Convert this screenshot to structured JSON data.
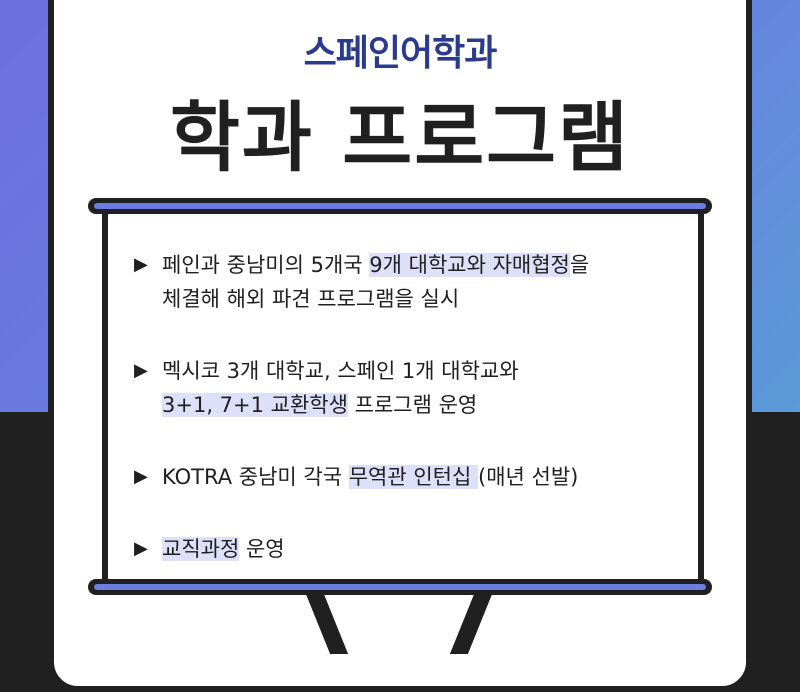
{
  "header": {
    "subtitle": "스페인어학과",
    "title": "학과 프로그램"
  },
  "colors": {
    "subtitle": "#2b3a8c",
    "title": "#202020",
    "bar_accent": "#6b7ee0",
    "highlight": "#dde0f8",
    "background_top": "#6b6fe0",
    "background_bottom": "#202020"
  },
  "items": [
    {
      "bullet": "▶",
      "line1_pre": "페인과 중남미의 5개국 ",
      "line1_hl": "9개 대학교와 자매협정",
      "line1_post": "을",
      "line2": "체결해 해외 파견 프로그램을 실시"
    },
    {
      "bullet": "▶",
      "line1": "멕시코 3개 대학교, 스페인 1개 대학교와",
      "line2_hl": "3+1, 7+1 교환학생",
      "line2_post": " 프로그램 운영"
    },
    {
      "bullet": "▶",
      "pre": "KOTRA 중남미 각국 ",
      "hl": "무역관 인턴십 ",
      "post": "(매년 선발)"
    },
    {
      "bullet": "▶",
      "hl": "교직과정",
      "post": " 운영"
    }
  ]
}
